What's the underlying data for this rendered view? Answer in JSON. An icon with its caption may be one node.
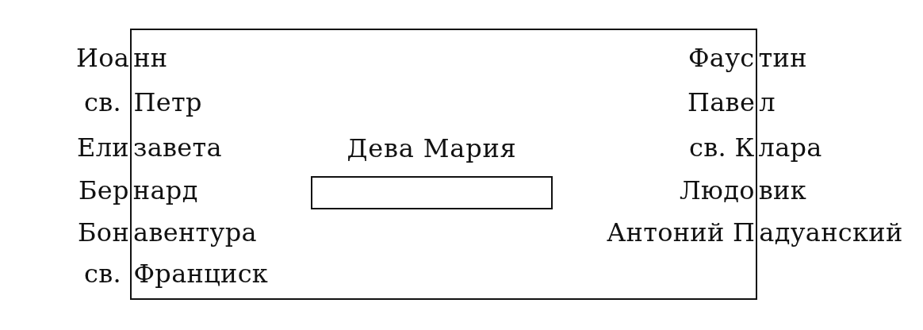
{
  "diagram": {
    "nodes": [
      {
        "text": [
          "Иоанн",
          "св. Петр",
          "Елизавета",
          "Бернард",
          "Бонавентура",
          "св. Франциск",
          "Фаустин",
          "Павел",
          "св. Клара",
          "Людовик",
          "Антоний Падуанский"
        ]
      },
      {
        "text": [
          "Дева Мария"
        ],
        "in": 0
      }
    ]
  }
}
